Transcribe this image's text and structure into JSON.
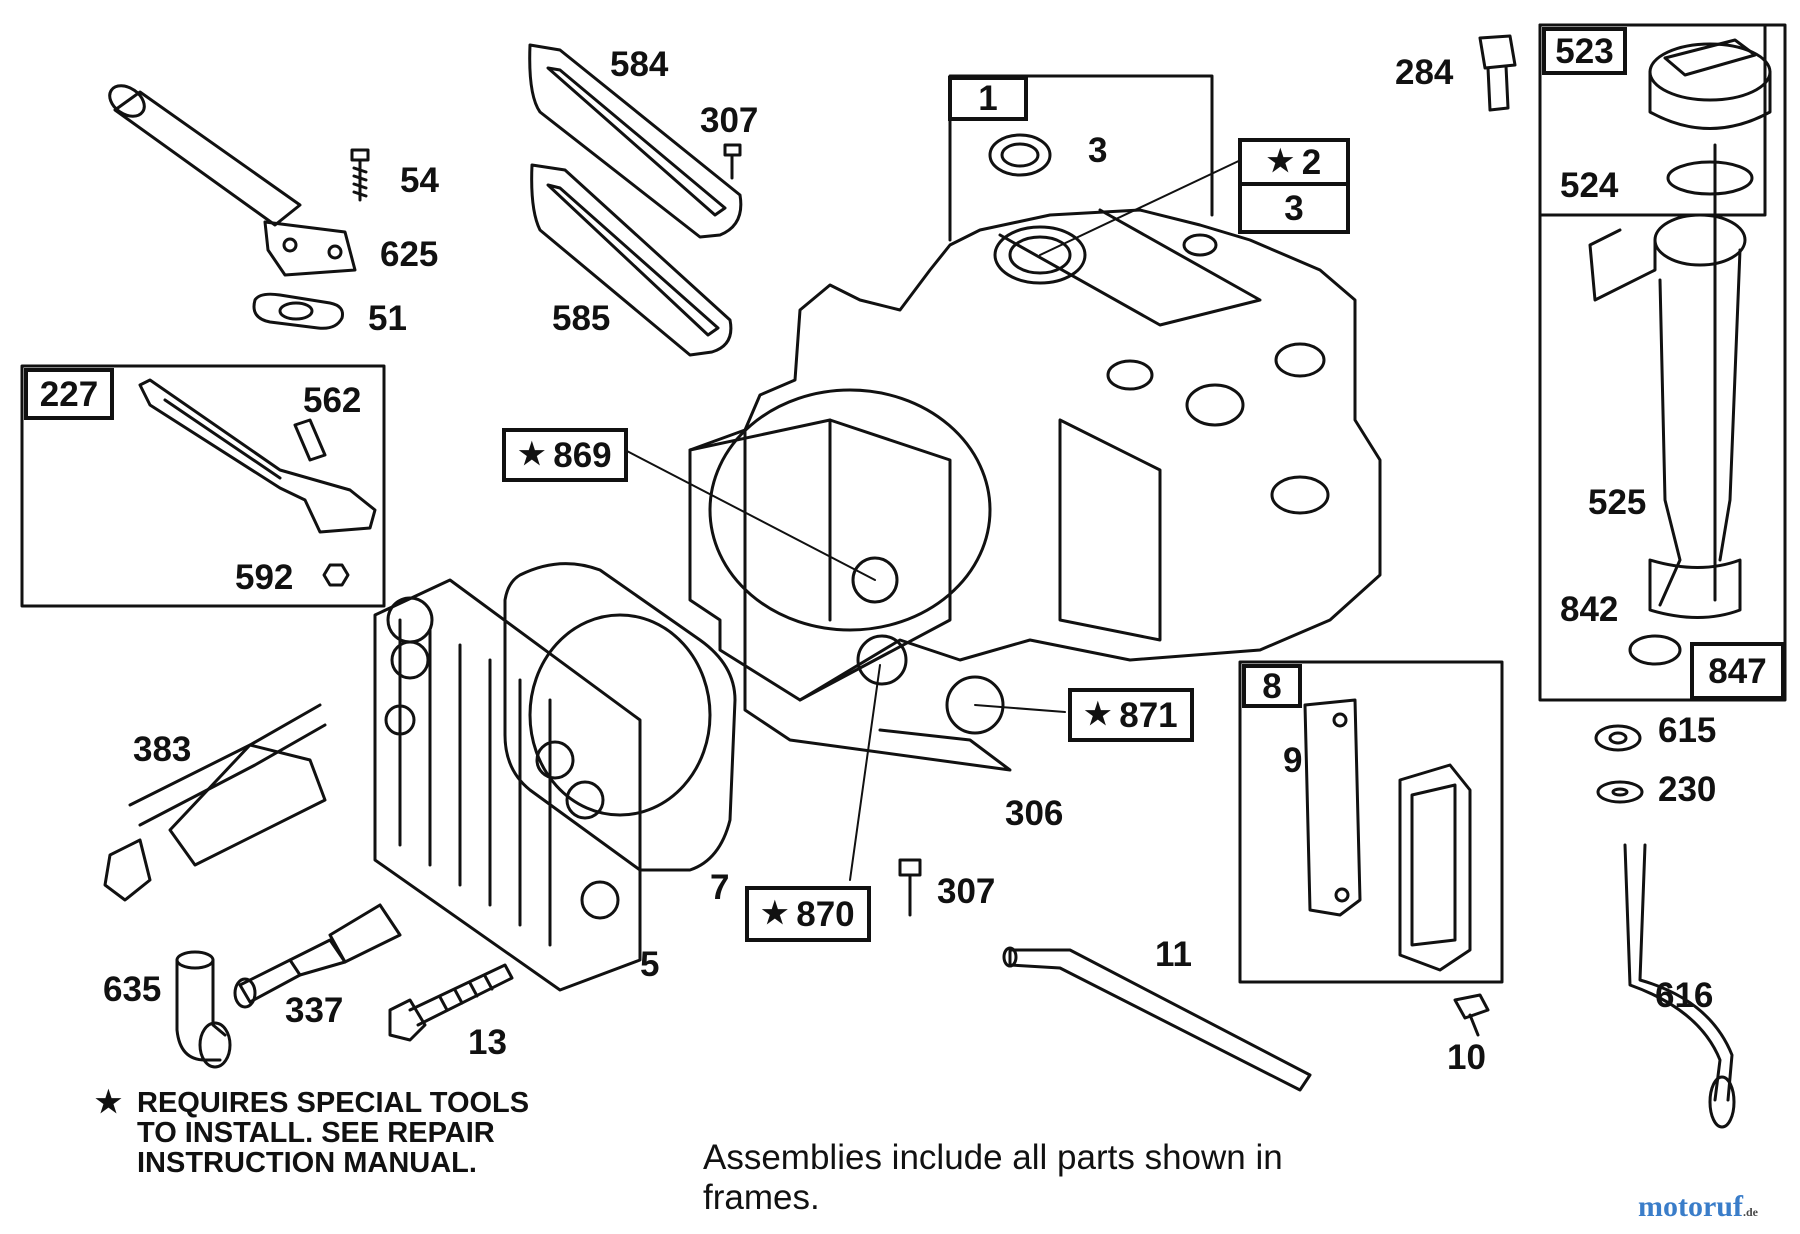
{
  "parts": {
    "p54": "54",
    "p625": "625",
    "p51": "51",
    "p584": "584",
    "p307a": "307",
    "p585": "585",
    "p3": "3",
    "p284": "284",
    "p562": "562",
    "p592": "592",
    "p383": "383",
    "p7": "7",
    "p306": "306",
    "p307b": "307",
    "p5": "5",
    "p635": "635",
    "p337": "337",
    "p13": "13",
    "p11": "11",
    "p9": "9",
    "p10": "10",
    "p524": "524",
    "p525": "525",
    "p842": "842",
    "p615": "615",
    "p230": "230",
    "p616": "616"
  },
  "frames": {
    "f1": "1",
    "f2": "2",
    "f2_sub": "3",
    "f227": "227",
    "f8": "8",
    "f523": "523",
    "f847": "847"
  },
  "starred": {
    "s869": "869",
    "s871": "871",
    "s870": "870"
  },
  "star_glyph": "★",
  "notes": {
    "special_tools": [
      "REQUIRES SPECIAL TOOLS",
      "TO INSTALL.  SEE REPAIR",
      "INSTRUCTION MANUAL."
    ],
    "assemblies": [
      "Assemblies include all parts shown in",
      "frames."
    ]
  },
  "watermark": {
    "name": "motoruf",
    "tld": ".de"
  },
  "colors": {
    "ink": "#111111",
    "brand": "#3a7dc9"
  }
}
